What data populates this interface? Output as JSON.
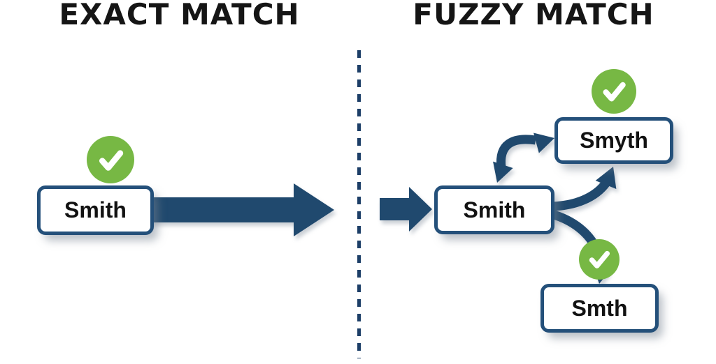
{
  "colors": {
    "background": "#FFFFFF",
    "navy": "#20496E",
    "box-border": "#24507A",
    "dash": "#1C3E67",
    "green": "#77B844",
    "check": "#FFFFFF",
    "title": "#151515",
    "label": "#121212"
  },
  "left_panel": {
    "title": "EXACT MATCH",
    "node": {
      "label": "Smith",
      "status_icon": "check-circle"
    }
  },
  "right_panel": {
    "title": "FUZZY MATCH",
    "source_node": {
      "label": "Smith"
    },
    "matches": [
      {
        "label": "Smyth",
        "status_icon": "check-circle"
      },
      {
        "label": "Smth",
        "status_icon": "check-circle"
      }
    ]
  }
}
